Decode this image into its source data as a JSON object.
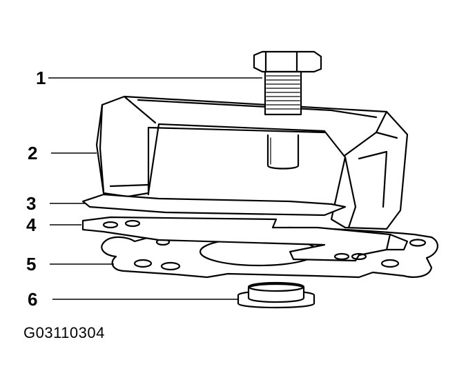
{
  "callouts": [
    "1",
    "2",
    "3",
    "4",
    "5",
    "6"
  ],
  "figure_id": "G03110304",
  "colors": {
    "ink": "#000000",
    "paper": "#ffffff",
    "shade": "#d6d6d6"
  }
}
